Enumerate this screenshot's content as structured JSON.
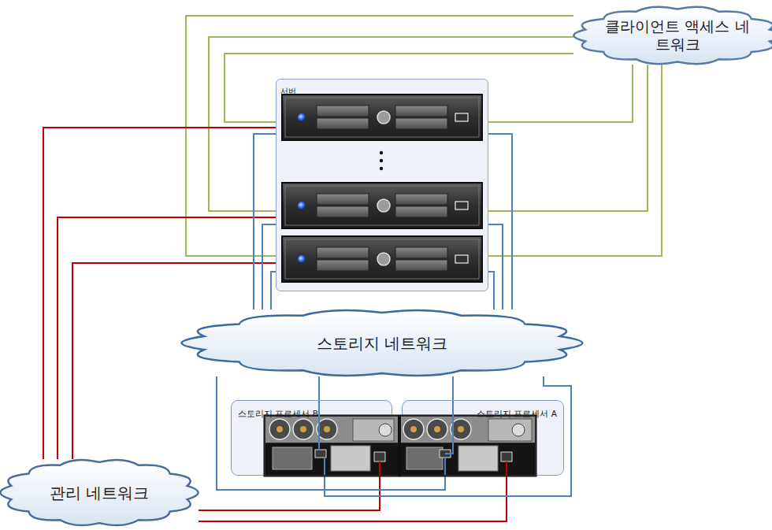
{
  "diagram": {
    "nodes": [
      {
        "text": [
          "클라이언트 액세스 네트워크"
        ]
      },
      {
        "text": [
          "서버"
        ]
      },
      {
        "text": [
          "스토리지 네트워크"
        ]
      },
      {
        "text": [
          "스토리지 프로세서 B"
        ]
      },
      {
        "text": [
          "스토리지 프로세서 A"
        ]
      },
      {
        "text": [
          "관리 네트워크"
        ]
      }
    ],
    "edges": [
      {
        "from": 0,
        "to": 1,
        "arrow": "none"
      },
      {
        "from": 0,
        "to": 1,
        "arrow": "none"
      },
      {
        "from": 0,
        "to": 1,
        "arrow": "none"
      },
      {
        "from": 0,
        "to": 1,
        "arrow": "none"
      },
      {
        "from": 0,
        "to": 1,
        "arrow": "none"
      },
      {
        "from": 0,
        "to": 1,
        "arrow": "none"
      },
      {
        "from": 5,
        "to": 1,
        "arrow": "none"
      },
      {
        "from": 5,
        "to": 1,
        "arrow": "none"
      },
      {
        "from": 5,
        "to": 1,
        "arrow": "none"
      },
      {
        "from": 5,
        "to": 3,
        "arrow": "none"
      },
      {
        "from": 5,
        "to": 4,
        "arrow": "none"
      },
      {
        "from": 1,
        "to": 2,
        "arrow": "none"
      },
      {
        "from": 1,
        "to": 2,
        "arrow": "none"
      },
      {
        "from": 1,
        "to": 2,
        "arrow": "none"
      },
      {
        "from": 1,
        "to": 2,
        "arrow": "none"
      },
      {
        "from": 1,
        "to": 2,
        "arrow": "none"
      },
      {
        "from": 1,
        "to": 2,
        "arrow": "none"
      },
      {
        "from": 2,
        "to": 3,
        "arrow": "none"
      },
      {
        "from": 2,
        "to": 3,
        "arrow": "none"
      },
      {
        "from": 2,
        "to": 4,
        "arrow": "none"
      },
      {
        "from": 2,
        "to": 4,
        "arrow": "none"
      }
    ]
  }
}
